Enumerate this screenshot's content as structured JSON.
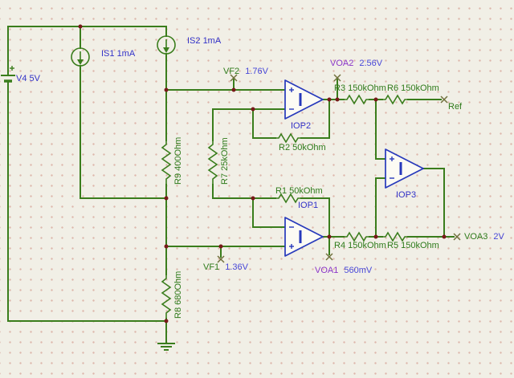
{
  "colors": {
    "background": "#f1efe6",
    "grid-dot": "#ddb7ab",
    "wire": "#3a7d1c",
    "component-blue": "#3232c8",
    "green-label": "#2e7a1a",
    "purple-label": "#8a35c8",
    "value-blue": "#4848d8",
    "opamp-blue": "#2739bb",
    "junction": "#771919",
    "terminal": "#70703c"
  },
  "components": {
    "v4": {
      "label": "V4 5V"
    },
    "is1": {
      "label": "IS1 1mA"
    },
    "is2": {
      "label": "IS2 1mA"
    },
    "r1": {
      "label": "R1 50kOhm"
    },
    "r2": {
      "label": "R2 50kOhm"
    },
    "r3": {
      "label": "R3 150kOhm"
    },
    "r4": {
      "label": "R4 150kOhm"
    },
    "r5": {
      "label": "R5 150kOhm"
    },
    "r6": {
      "label": "R6 150kOhm"
    },
    "r7": {
      "label": "R7 25kOhm"
    },
    "r8": {
      "label": "R8 680Ohm"
    },
    "r9": {
      "label": "R9 400Ohm"
    },
    "iop1": {
      "label": "IOP1"
    },
    "iop2": {
      "label": "IOP2"
    },
    "iop3": {
      "label": "IOP3"
    }
  },
  "measurements": {
    "vf1": {
      "name": "VF1",
      "value": "1.36V"
    },
    "vf2": {
      "name": "VF2",
      "value": "1.76V"
    },
    "voa1": {
      "name": "VOA1",
      "value": "560mV"
    },
    "voa2": {
      "name": "VOA2",
      "value": "2.56V"
    },
    "voa3": {
      "name": "VOA3",
      "value": "2V"
    },
    "ref": {
      "name": "Ref"
    }
  }
}
